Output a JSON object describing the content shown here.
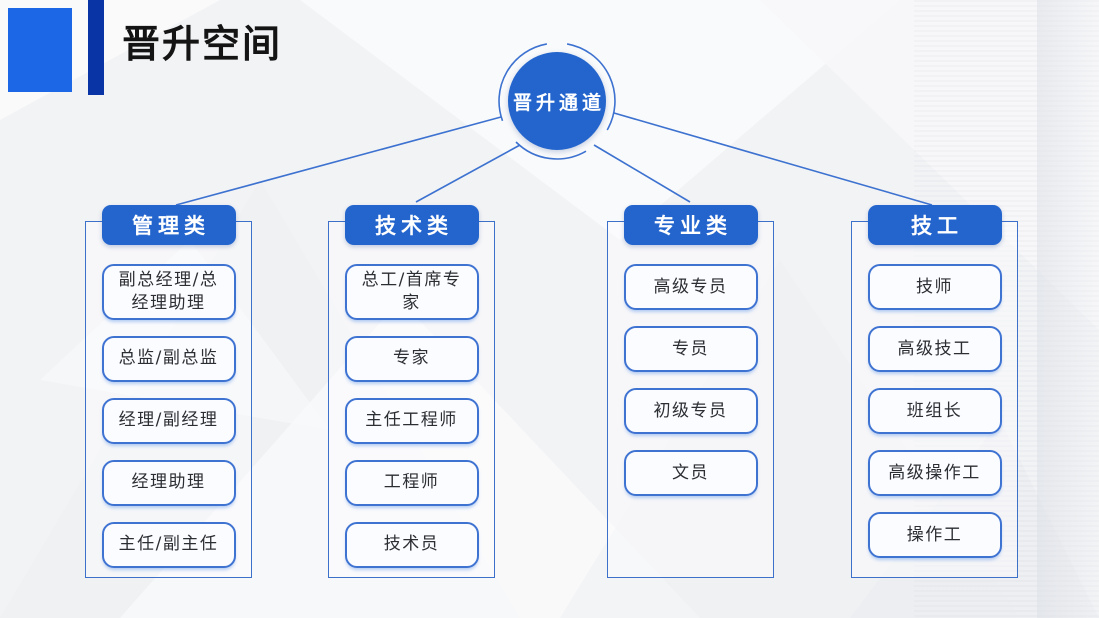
{
  "slide": {
    "title": "晋升空间",
    "hub_label": "晋升通道"
  },
  "columns": [
    {
      "header": "管理类",
      "items": [
        "副总经理/总经理助理",
        "总监/副总监",
        "经理/副经理",
        "经理助理",
        "主任/副主任"
      ]
    },
    {
      "header": "技术类",
      "items": [
        "总工/首席专家",
        "专家",
        "主任工程师",
        "工程师",
        "技术员"
      ]
    },
    {
      "header": "专业类",
      "items": [
        "高级专员",
        "专员",
        "初级专员",
        "文员"
      ]
    },
    {
      "header": "技工",
      "items": [
        "技师",
        "高级技工",
        "班组长",
        "高级操作工",
        "操作工"
      ]
    }
  ],
  "colors": {
    "primary_blue": "#2365CD",
    "accent_square_blue": "#1C67E6",
    "accent_bar_blue": "#0834A6",
    "outline_blue": "#3D72D0",
    "item_text": "#2B2E33",
    "background": "#F2F3F5"
  }
}
